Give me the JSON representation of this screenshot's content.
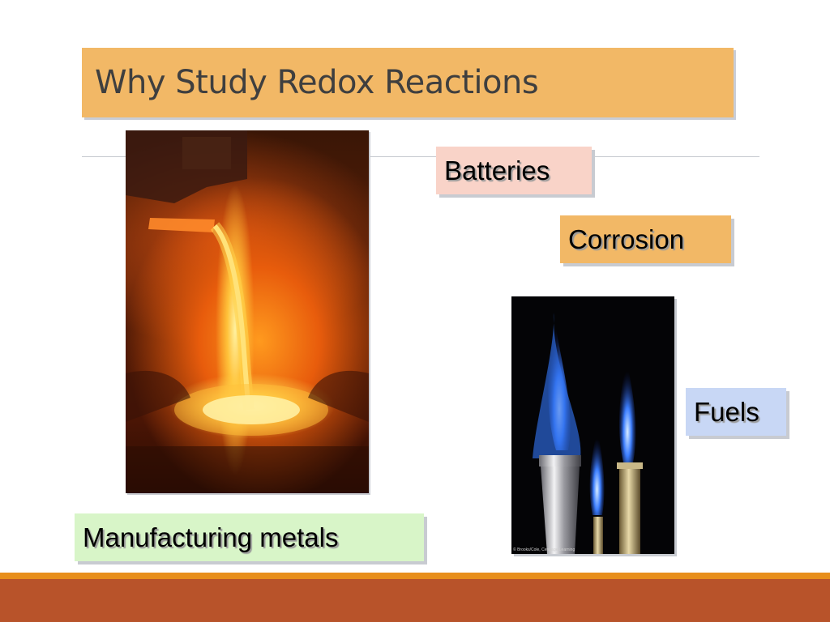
{
  "slide": {
    "title": "Why Study Redox Reactions",
    "labels": {
      "batteries": "Batteries",
      "corrosion": "Corrosion",
      "fuels": "Fuels",
      "metals": "Manufacturing metals"
    },
    "flame_photo_credit": "© Brooks/Cole, Cengage Learning"
  },
  "colors": {
    "title_box": "#f2b866",
    "batteries_box": "#f9d3c8",
    "corrosion_box": "#f2b866",
    "fuels_box": "#c8d7f5",
    "metals_box": "#d8f5c8",
    "footer_thin": "#e88f1c",
    "footer_thick": "#b8532a"
  }
}
